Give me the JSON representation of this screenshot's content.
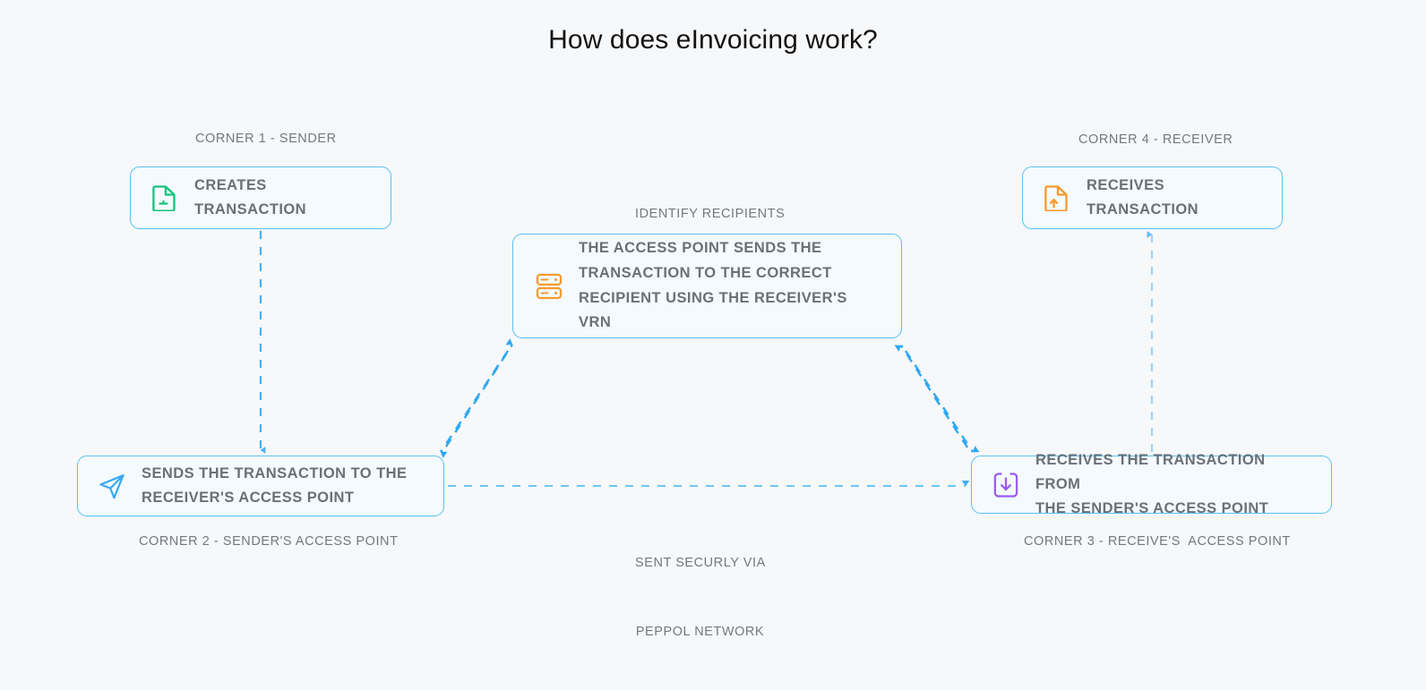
{
  "page": {
    "title": "How does eInvoicing work?",
    "background_color": "#f7f8fa",
    "title_color": "#121212"
  },
  "theme": {
    "node_border": "#5bc2f2",
    "node_fill": "#f4fafd",
    "node_text": "#6a7077",
    "caption_text": "#73787f",
    "connector": "#44b2f0",
    "icon_green": "#18c27e",
    "icon_orange": "#f79a2b",
    "icon_blue": "#3aa9f0",
    "icon_purple": "#9a5cf0"
  },
  "captions": {
    "corner1": "CORNER 1 - SENDER",
    "corner4": "CORNER 4 - RECEIVER",
    "center": "IDENTIFY RECIPIENTS",
    "corner2": "CORNER 2 - SENDER'S ACCESS POINT",
    "corner3": "CORNER 3 - RECEIVE'S  ACCESS POINT",
    "network_line1": "SENT SECURLY VIA",
    "network_line2": "PEPPOL NETWORK"
  },
  "nodes": {
    "corner1": {
      "text": "CREATES TRANSACTION",
      "icon": "file-document-icon",
      "icon_color": "#18c27e"
    },
    "corner4": {
      "text": "RECEIVES TRANSACTION",
      "icon": "file-upload-icon",
      "icon_color": "#f79a2b"
    },
    "center": {
      "text": "THE ACCESS POINT SENDS THE\nTRANSACTION TO THE CORRECT\nRECIPIENT USING THE RECEIVER'S VRN",
      "icon": "server-rack-icon",
      "icon_color": "#f79a2b"
    },
    "corner2": {
      "text": "SENDS THE TRANSACTION TO THE\nRECEIVER'S ACCESS POINT",
      "icon": "send-paper-plane-icon",
      "icon_color": "#3aa9f0"
    },
    "corner3": {
      "text": "RECEIVES THE TRANSACTION FROM\nTHE SENDER'S ACCESS POINT",
      "icon": "download-inbox-icon",
      "icon_color": "#9a5cf0"
    }
  },
  "connectors": [
    {
      "name": "corner1-to-corner2",
      "from": "corner1",
      "to": "corner2",
      "style": "dashed",
      "direction": "down"
    },
    {
      "name": "corner2-to-center",
      "from": "corner2",
      "to": "center",
      "style": "dashed",
      "direction": "bidirectional"
    },
    {
      "name": "center-to-corner3",
      "from": "center",
      "to": "corner3",
      "style": "dashed",
      "direction": "bidirectional"
    },
    {
      "name": "corner2-to-corner3",
      "from": "corner2",
      "to": "corner3",
      "style": "dashed",
      "direction": "right"
    },
    {
      "name": "corner3-to-corner4",
      "from": "corner3",
      "to": "corner4",
      "style": "dashed",
      "direction": "up"
    }
  ]
}
